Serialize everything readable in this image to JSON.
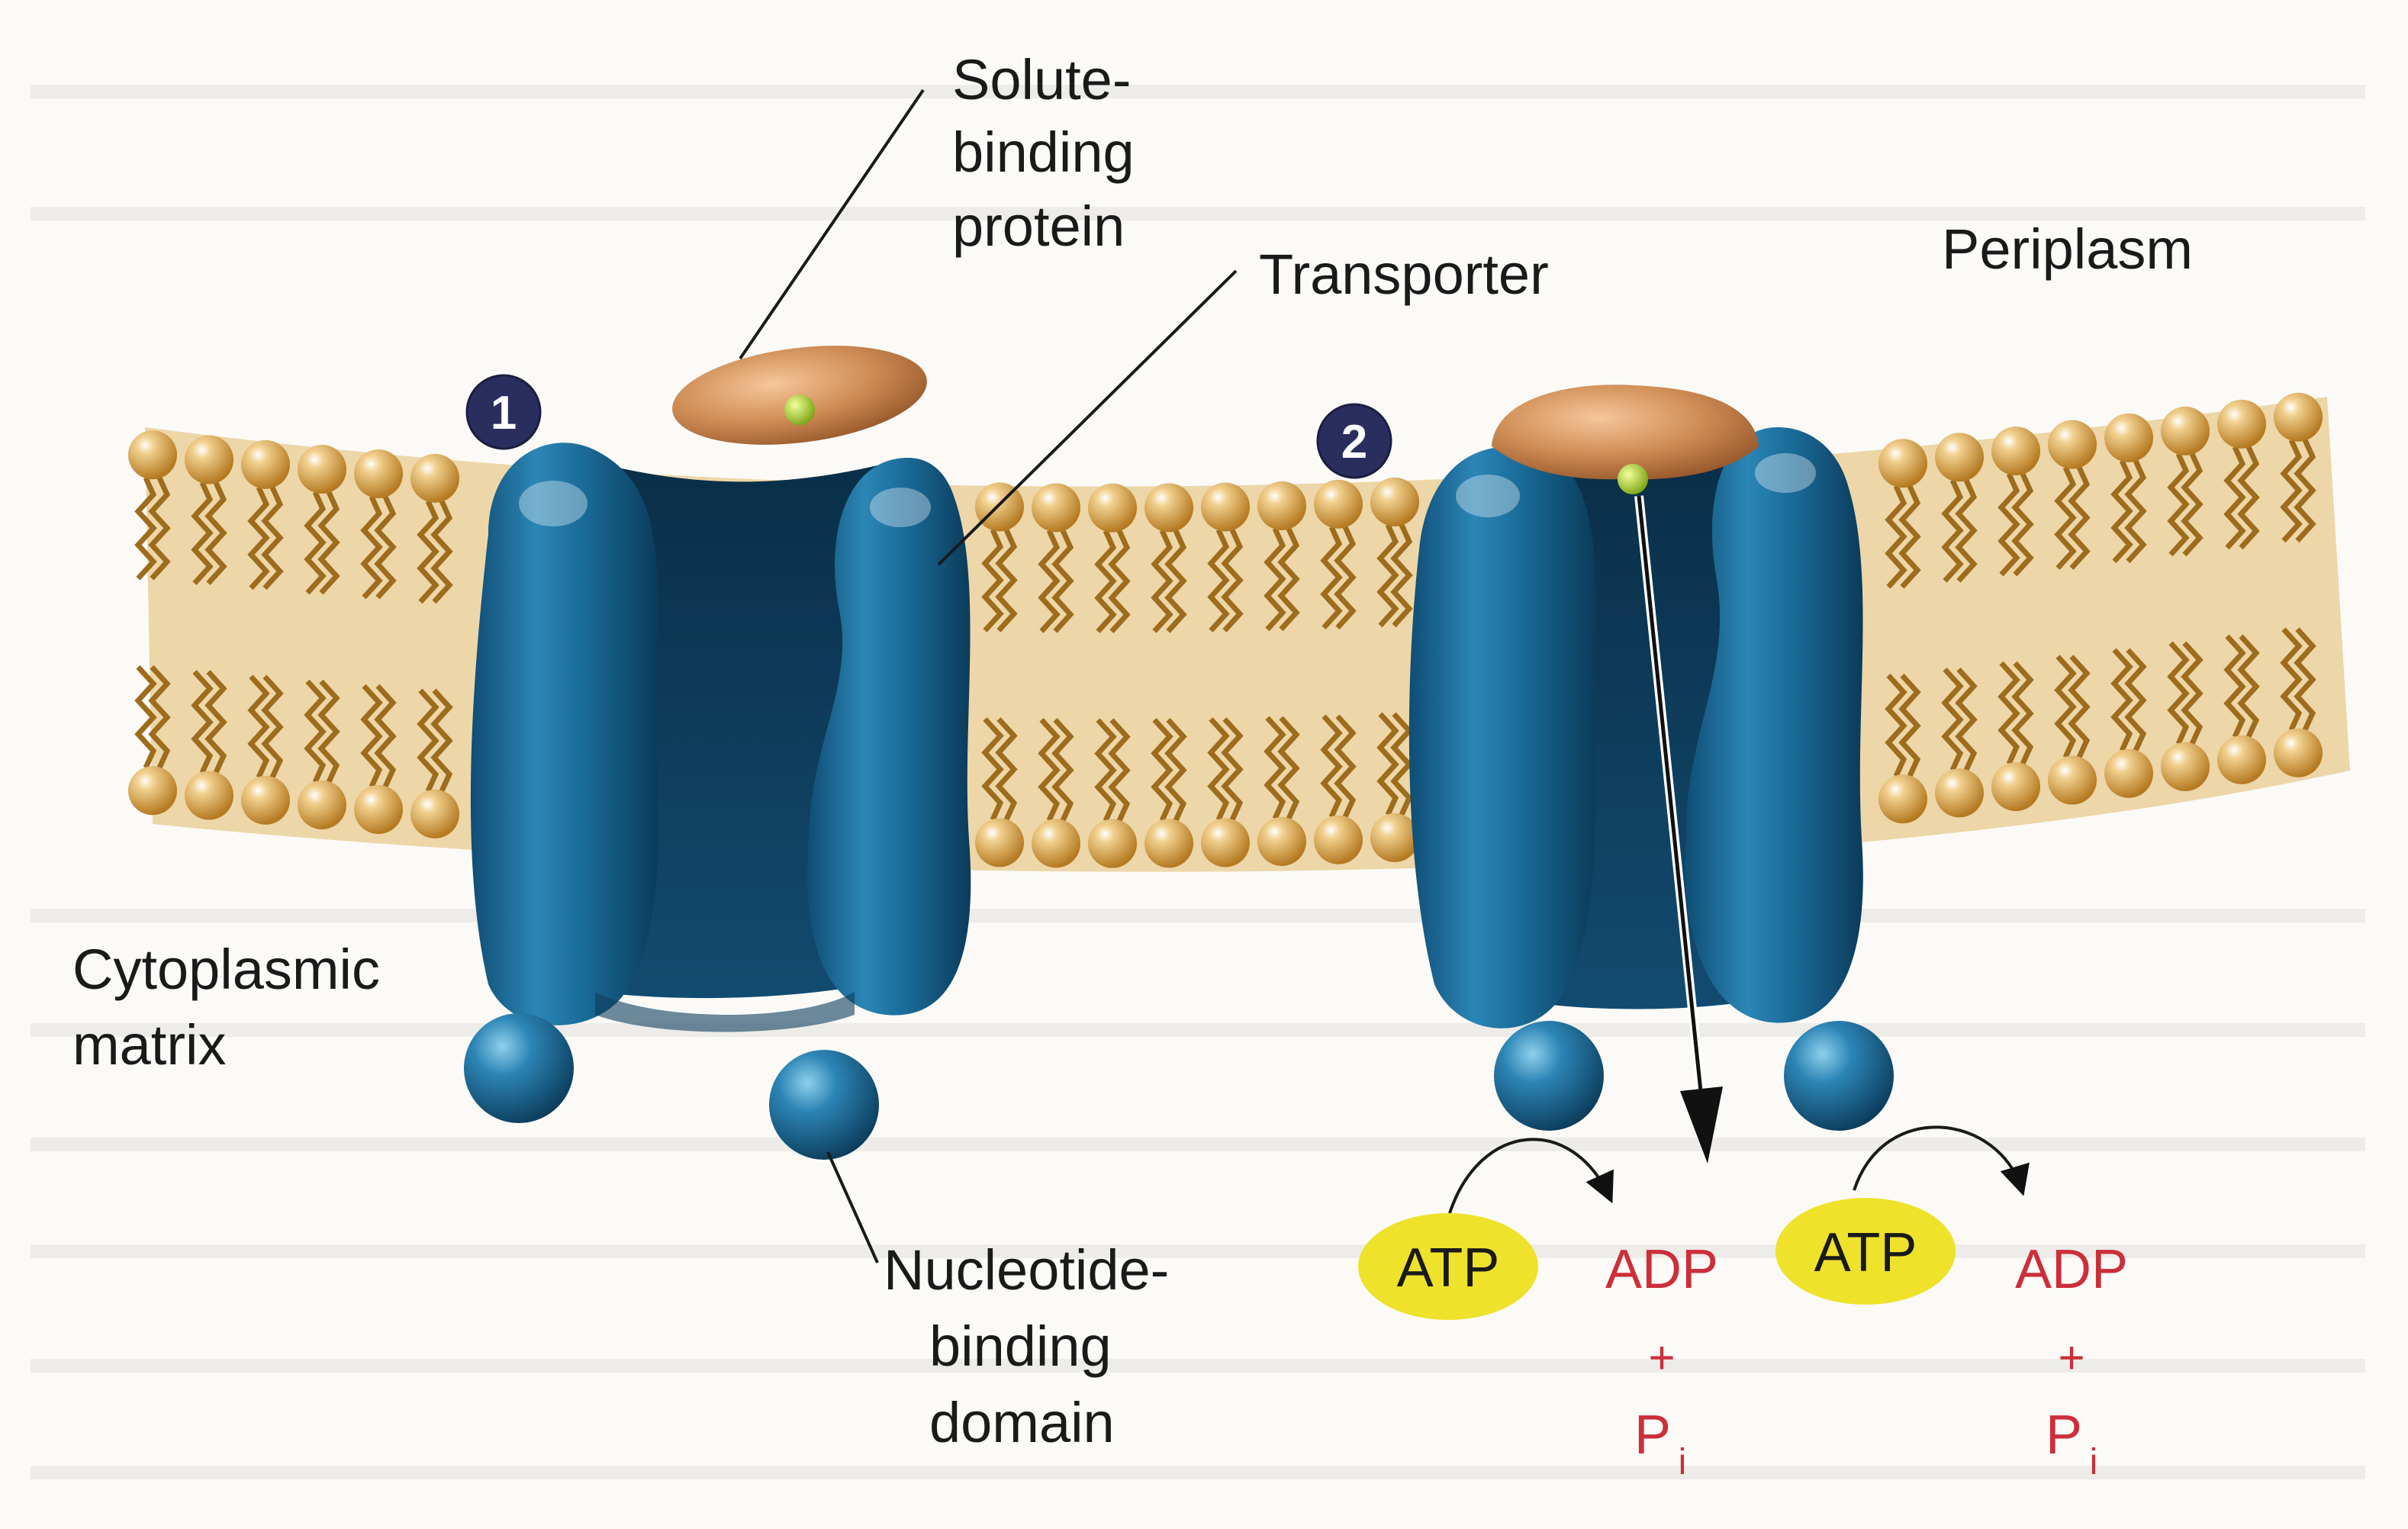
{
  "labels": {
    "solute_binding_protein": [
      "Solute-",
      "binding",
      "protein"
    ],
    "transporter": "Transporter",
    "periplasm": "Periplasm",
    "cytoplasmic_matrix": [
      "Cytoplasmic",
      "matrix"
    ],
    "nucleotide_binding_domain": [
      "Nucleotide-",
      "binding",
      "domain"
    ]
  },
  "steps": [
    "1",
    "2"
  ],
  "reactions": [
    {
      "atp": "ATP",
      "adp": "ADP",
      "plus": "+",
      "p": "P",
      "sub": "i"
    },
    {
      "atp": "ATP",
      "adp": "ADP",
      "plus": "+",
      "p": "P",
      "sub": "i"
    }
  ],
  "colors": {
    "membrane": "#cf9a3c",
    "transporter": "#1f6f98",
    "transporter_dark": "#0d3e5e",
    "binding_protein": "#c98450",
    "solute": "#a6d02b",
    "atp_fill": "#eee22a",
    "adp_text": "#cc2e3a",
    "step_badge": "#2a2e5e"
  }
}
